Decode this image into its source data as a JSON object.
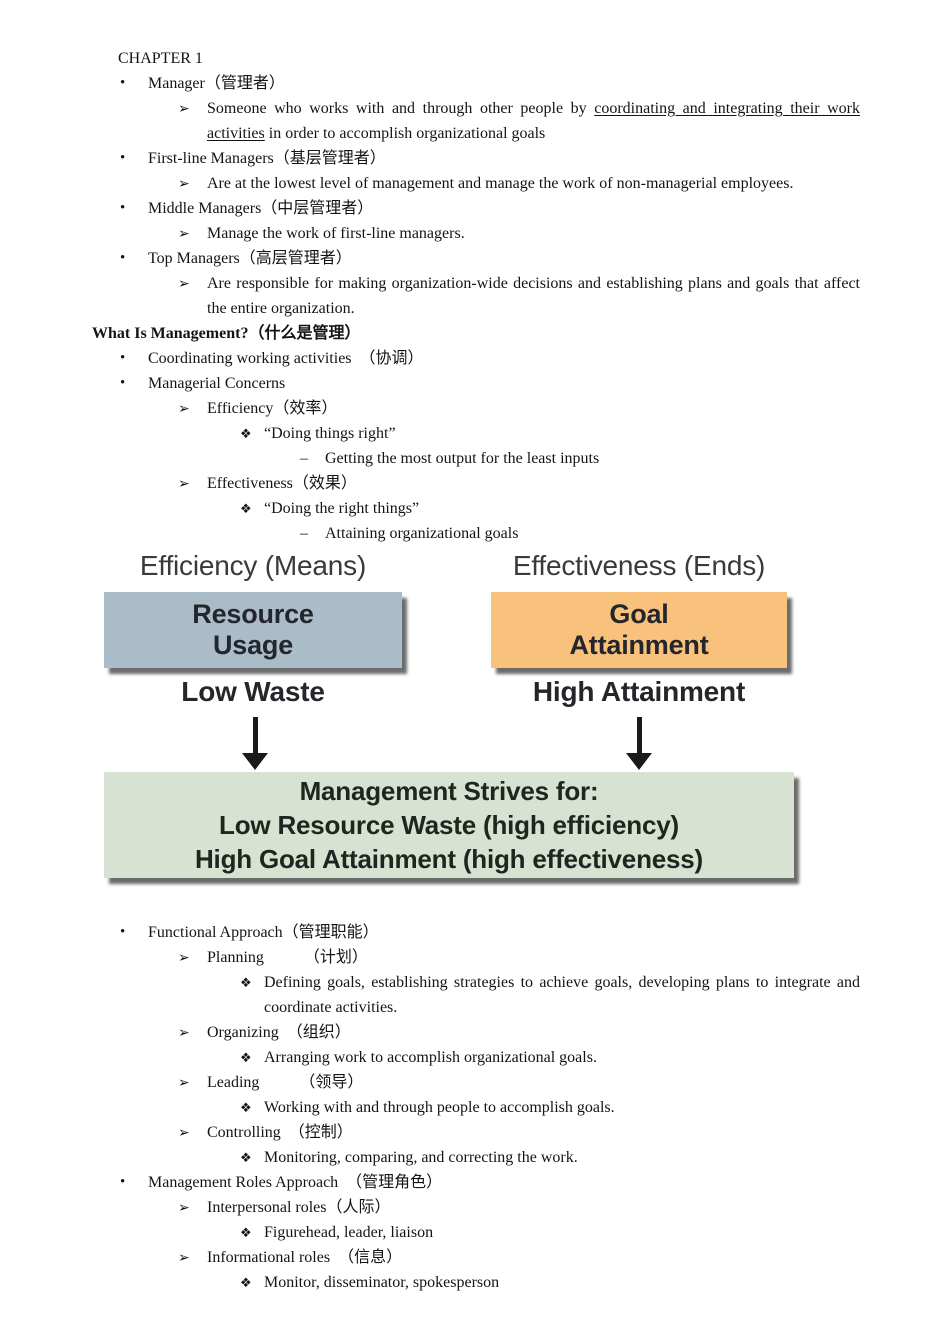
{
  "document": {
    "markers": {
      "l1": "•",
      "l2": "➢",
      "l3": "❖",
      "l4": "–"
    },
    "lines_top": [
      {
        "level": "chapter",
        "text": "CHAPTER 1"
      },
      {
        "level": 1,
        "text": "Manager（管理者）"
      },
      {
        "level": 2,
        "justify": true,
        "parts": {
          "pre": "Someone who works with and through other people by ",
          "underline": "coordinating and integrating their work activities",
          "post": " in order to accomplish organizational goals"
        }
      },
      {
        "level": 1,
        "text": "First-line Managers（基层管理者）"
      },
      {
        "level": 2,
        "text": "Are at the lowest level of management and manage the work of non-managerial employees."
      },
      {
        "level": 1,
        "text": "Middle Managers（中层管理者）"
      },
      {
        "level": 2,
        "text": "Manage the work of first-line managers."
      },
      {
        "level": 1,
        "text": "Top Managers（高层管理者）"
      },
      {
        "level": 2,
        "justify": true,
        "text": "Are responsible for making organization-wide decisions and establishing plans and goals that affect the entire organization."
      },
      {
        "level": "heading",
        "text": "What Is Management?（什么是管理）"
      },
      {
        "level": 1,
        "text": "Coordinating working activities　（协调）"
      },
      {
        "level": 1,
        "text": "Managerial Concerns"
      },
      {
        "level": 2,
        "text": "Efficiency（效率）"
      },
      {
        "level": 3,
        "text": "“Doing things right”"
      },
      {
        "level": 4,
        "text": "Getting the most output for the least inputs"
      },
      {
        "level": 2,
        "text": "Effectiveness（效果）"
      },
      {
        "level": 3,
        "text": "“Doing the right things”"
      },
      {
        "level": 4,
        "text": "Attaining organizational goals"
      }
    ],
    "lines_bottom": [
      {
        "level": 1,
        "text": "Functional Approach（管理职能）"
      },
      {
        "level": 2,
        "text": "Planning　　　（计划）"
      },
      {
        "level": 3,
        "justify": true,
        "text": "Defining goals, establishing strategies to achieve goals, developing plans to integrate and coordinate activities."
      },
      {
        "level": 2,
        "text": "Organizing　（组织）"
      },
      {
        "level": 3,
        "text": "Arranging work to accomplish organizational goals."
      },
      {
        "level": 2,
        "text": "Leading　　　（领导）"
      },
      {
        "level": 3,
        "text": "Working with and through people to accomplish goals."
      },
      {
        "level": 2,
        "text": "Controlling　（控制）"
      },
      {
        "level": 3,
        "text": "Monitoring, comparing, and correcting the work."
      },
      {
        "level": 1,
        "text": "Management Roles Approach　（管理角色）"
      },
      {
        "level": 2,
        "text": "Interpersonal roles（人际）"
      },
      {
        "level": 3,
        "text": "Figurehead, leader, liaison"
      },
      {
        "level": 2,
        "text": "Informational roles　（信息）"
      },
      {
        "level": 3,
        "text": "Monitor, disseminator, spokesperson"
      }
    ]
  },
  "diagram": {
    "efficiency_heading": "Efficiency (Means)",
    "effectiveness_heading": "Effectiveness (Ends)",
    "resource_box": "Resource\nUsage",
    "goal_box": "Goal\nAttainment",
    "low_waste_label": "Low Waste",
    "high_attainment_label": "High Attainment",
    "strives_line1": "Management Strives for:",
    "strives_line2": "Low Resource Waste (high efficiency)",
    "strives_line3": "High Goal Attainment (high effectiveness)",
    "colors": {
      "resource_box": "#a9bcc7",
      "goal_box": "#f8c17c",
      "strives_box": "#d7e2d2",
      "arrow": "#1a1a1a"
    }
  }
}
